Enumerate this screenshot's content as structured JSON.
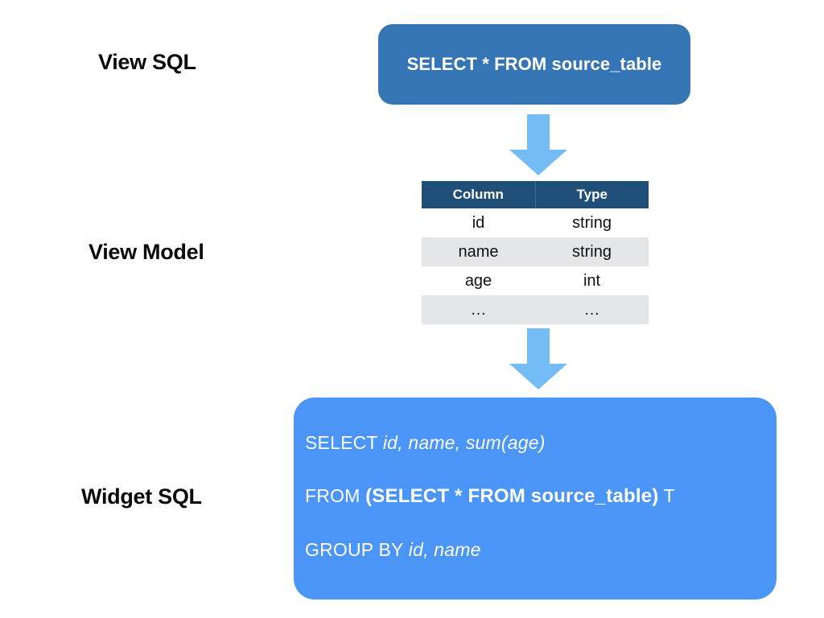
{
  "diagram": {
    "title_rows": [
      {
        "id": "view-sql",
        "label": "View SQL"
      },
      {
        "id": "view-model",
        "label": "View Model"
      },
      {
        "id": "widget-sql",
        "label": "Widget SQL"
      }
    ],
    "view_sql": {
      "query": "SELECT * FROM source_table",
      "box_color": "#3575b5",
      "text_color": "#ffffff"
    },
    "arrows": [
      {
        "name": "arrow-view-sql-to-view-model",
        "direction": "down",
        "color": "#74bcf5"
      },
      {
        "name": "arrow-view-model-to-widget-sql",
        "direction": "down",
        "color": "#74bcf5"
      }
    ],
    "view_model": {
      "header_color": "#1f4e79",
      "stripe_color": "#e4e6e8",
      "columns": [
        "Column",
        "Type"
      ],
      "rows": [
        [
          "id",
          "string"
        ],
        [
          "name",
          "string"
        ],
        [
          "age",
          "int"
        ],
        [
          "…",
          "…"
        ]
      ]
    },
    "widget_sql": {
      "box_color": "#4a95f5",
      "text_color": "#ffffff",
      "lines": [
        {
          "id": "select-line",
          "segments": [
            {
              "text": "SELECT ",
              "style": "regular"
            },
            {
              "text": "id, name, sum(age)",
              "style": "italic"
            }
          ]
        },
        {
          "id": "from-line",
          "segments": [
            {
              "text": "FROM ",
              "style": "regular"
            },
            {
              "text": "(SELECT * FROM source_table)",
              "style": "bold"
            },
            {
              "text": " T",
              "style": "regular"
            }
          ]
        },
        {
          "id": "group-by-line",
          "segments": [
            {
              "text": "GROUP BY ",
              "style": "regular"
            },
            {
              "text": "id, name",
              "style": "italic"
            }
          ]
        }
      ]
    }
  }
}
